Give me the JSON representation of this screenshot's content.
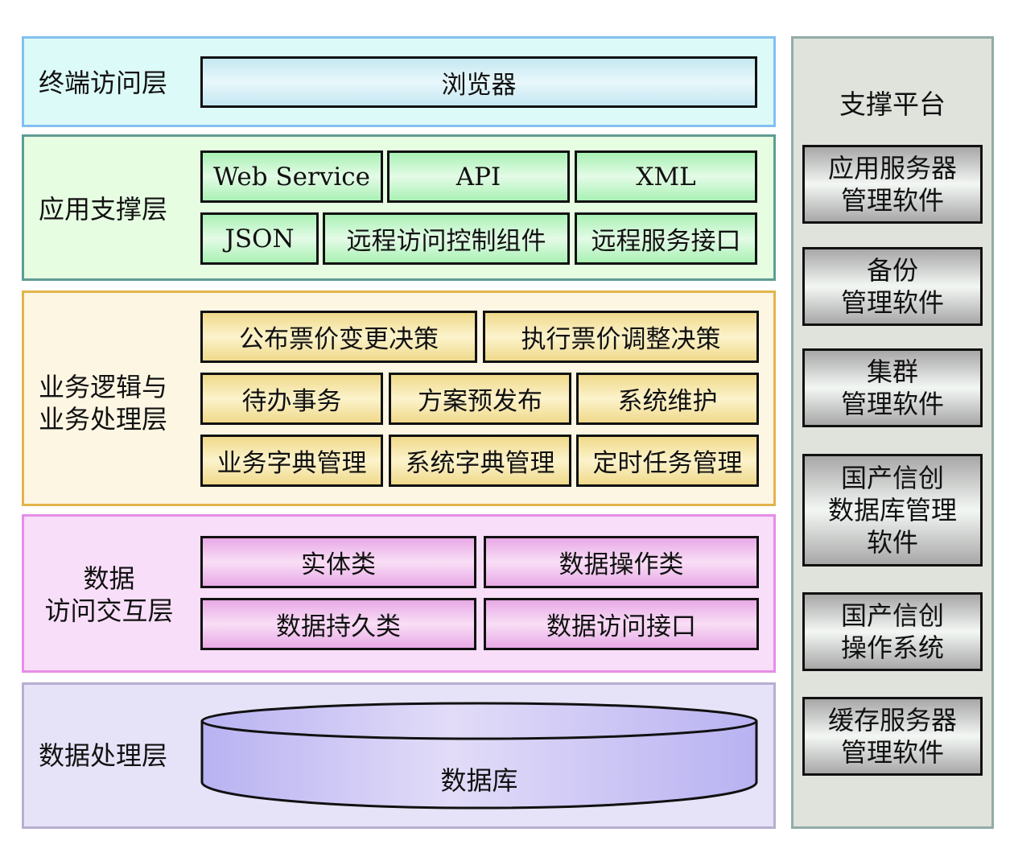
{
  "layers": {
    "terminal": {
      "label": "终端访问层",
      "items": [
        "浏览器"
      ]
    },
    "app_support": {
      "label": "应用支撑层",
      "items": [
        "Web Service",
        "API",
        "XML",
        "JSON",
        "远程访问控制组件",
        "远程服务接口"
      ]
    },
    "business": {
      "label_line1": "业务逻辑与",
      "label_line2": "业务处理层",
      "items": [
        "公布票价变更决策",
        "执行票价调整决策",
        "待办事务",
        "方案预发布",
        "系统维护",
        "业务字典管理",
        "系统字典管理",
        "定时任务管理"
      ]
    },
    "data_access": {
      "label_line1": "数据",
      "label_line2": "访问交互层",
      "items": [
        "实体类",
        "数据操作类",
        "数据持久类",
        "数据访问接口"
      ]
    },
    "data_processing": {
      "label": "数据处理层",
      "database": "数据库"
    }
  },
  "platform": {
    "title": "支撑平台",
    "items": [
      {
        "line1": "应用服务器",
        "line2": "管理软件"
      },
      {
        "line1": "备份",
        "line2": "管理软件"
      },
      {
        "line1": "集群",
        "line2": "管理软件"
      },
      {
        "line1": "国产信创",
        "line2": "数据库管理",
        "line3": "软件"
      },
      {
        "line1": "国产信创",
        "line2": "操作系统"
      },
      {
        "line1": "缓存服务器",
        "line2": "管理软件"
      }
    ]
  }
}
